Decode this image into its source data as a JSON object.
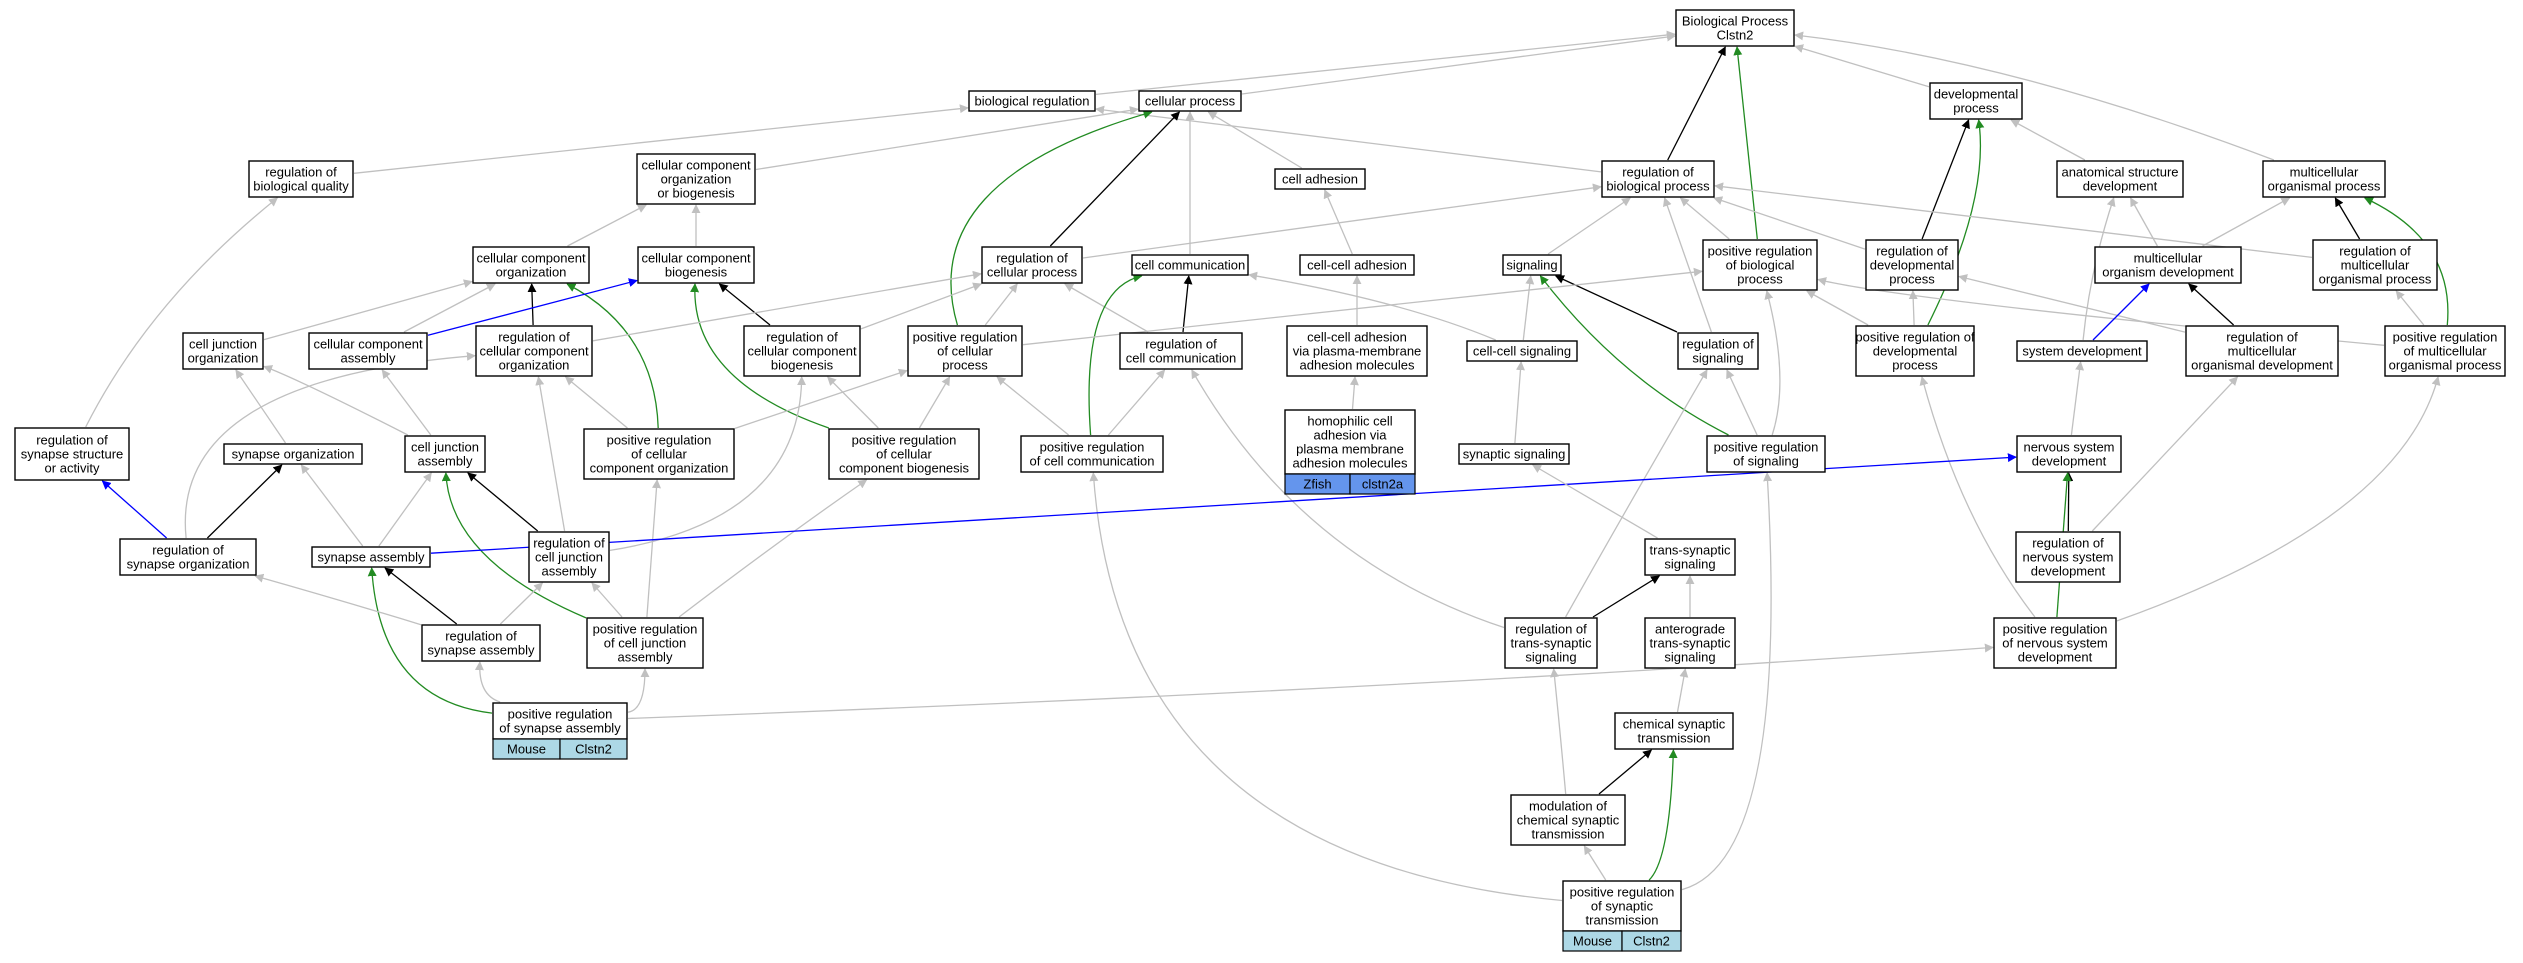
{
  "colors": {
    "grey": "#c0c0c0",
    "black": "#000000",
    "green": "#228b22",
    "blue": "#0000ff",
    "annotation_light": "#add8e6",
    "annotation_dark": "#6495ed"
  },
  "nodes": {
    "bp": [
      "Biological Process",
      "Clstn2"
    ],
    "bio_reg": [
      "biological regulation"
    ],
    "cell_proc": [
      "cellular process"
    ],
    "dev_proc": [
      "developmental",
      "process"
    ],
    "reg_bio_quality": [
      "regulation of",
      "biological quality"
    ],
    "cc_org_biog": [
      "cellular component",
      "organization",
      "or biogenesis"
    ],
    "cell_adhesion": [
      "cell adhesion"
    ],
    "reg_bio_proc": [
      "regulation of",
      "biological process"
    ],
    "anat_dev": [
      "anatomical structure",
      "development"
    ],
    "multi_proc": [
      "multicellular",
      "organismal process"
    ],
    "cc_org": [
      "cellular component",
      "organization"
    ],
    "cc_biog": [
      "cellular component",
      "biogenesis"
    ],
    "reg_cell_proc": [
      "regulation of",
      "cellular process"
    ],
    "cell_comm": [
      "cell communication"
    ],
    "cc_adhesion": [
      "cell-cell adhesion"
    ],
    "signaling": [
      "signaling"
    ],
    "pos_reg_bio_proc": [
      "positive regulation",
      "of biological",
      "process"
    ],
    "reg_dev_proc": [
      "regulation of",
      "developmental",
      "process"
    ],
    "multi_org_dev": [
      "multicellular",
      "organism development"
    ],
    "reg_multi_proc": [
      "regulation of",
      "multicellular",
      "organismal process"
    ],
    "cj_org": [
      "cell junction",
      "organization"
    ],
    "cc_assembly": [
      "cellular component",
      "assembly"
    ],
    "reg_cc_org": [
      "regulation of",
      "cellular component",
      "organization"
    ],
    "reg_cc_biog": [
      "regulation of",
      "cellular component",
      "biogenesis"
    ],
    "pos_reg_cell_proc": [
      "positive regulation",
      "of cellular",
      "process"
    ],
    "reg_cell_comm": [
      "regulation of",
      "cell communication"
    ],
    "cc_adh_pm": [
      "cell-cell adhesion",
      "via plasma-membrane",
      "adhesion molecules"
    ],
    "cc_signaling": [
      "cell-cell signaling"
    ],
    "reg_signaling": [
      "regulation of",
      "signaling"
    ],
    "pos_reg_dev_proc": [
      "positive regulation of",
      "developmental",
      "process"
    ],
    "sys_dev": [
      "system development"
    ],
    "reg_multi_org_dev": [
      "regulation of",
      "multicellular",
      "organismal development"
    ],
    "pos_reg_multi_proc": [
      "positive regulation",
      "of multicellular",
      "organismal process"
    ],
    "reg_syn_struct": [
      "regulation of",
      "synapse structure",
      "or activity"
    ],
    "syn_org": [
      "synapse organization"
    ],
    "cj_assembly": [
      "cell junction",
      "assembly"
    ],
    "pos_reg_cc_org": [
      "positive regulation",
      "of cellular",
      "component organization"
    ],
    "pos_reg_cc_biog": [
      "positive regulation",
      "of cellular",
      "component biogenesis"
    ],
    "pos_reg_cell_comm": [
      "positive regulation",
      "of cell communication"
    ],
    "homophilic": [
      "homophilic cell",
      "adhesion via",
      "plasma membrane",
      "adhesion molecules"
    ],
    "syn_signaling": [
      "synaptic signaling"
    ],
    "pos_reg_signaling": [
      "positive regulation",
      "of signaling"
    ],
    "nerv_dev": [
      "nervous system",
      "development"
    ],
    "reg_syn_org": [
      "regulation of",
      "synapse organization"
    ],
    "syn_assembly": [
      "synapse assembly"
    ],
    "reg_cj_assembly": [
      "regulation of",
      "cell junction",
      "assembly"
    ],
    "trans_syn": [
      "trans-synaptic",
      "signaling"
    ],
    "reg_nerv_dev": [
      "regulation of",
      "nervous system",
      "development"
    ],
    "reg_syn_assembly": [
      "regulation of",
      "synapse assembly"
    ],
    "pos_reg_cj_assembly": [
      "positive regulation",
      "of cell junction",
      "assembly"
    ],
    "reg_trans_syn": [
      "regulation of",
      "trans-synaptic",
      "signaling"
    ],
    "antero_trans_syn": [
      "anterograde",
      "trans-synaptic",
      "signaling"
    ],
    "pos_reg_nerv_dev": [
      "positive regulation",
      "of nervous system",
      "development"
    ],
    "pos_reg_syn_assembly": [
      "positive regulation",
      "of synapse assembly"
    ],
    "chem_syn": [
      "chemical synaptic",
      "transmission"
    ],
    "mod_chem_syn": [
      "modulation of",
      "chemical synaptic",
      "transmission"
    ],
    "pos_reg_syn_trans": [
      "positive regulation",
      "of synaptic",
      "transmission"
    ]
  },
  "annotations": {
    "homophilic": [
      "Zfish",
      "clstn2a"
    ],
    "pos_reg_syn_assembly": [
      "Mouse",
      "Clstn2"
    ],
    "pos_reg_syn_trans": [
      "Mouse",
      "Clstn2"
    ]
  }
}
